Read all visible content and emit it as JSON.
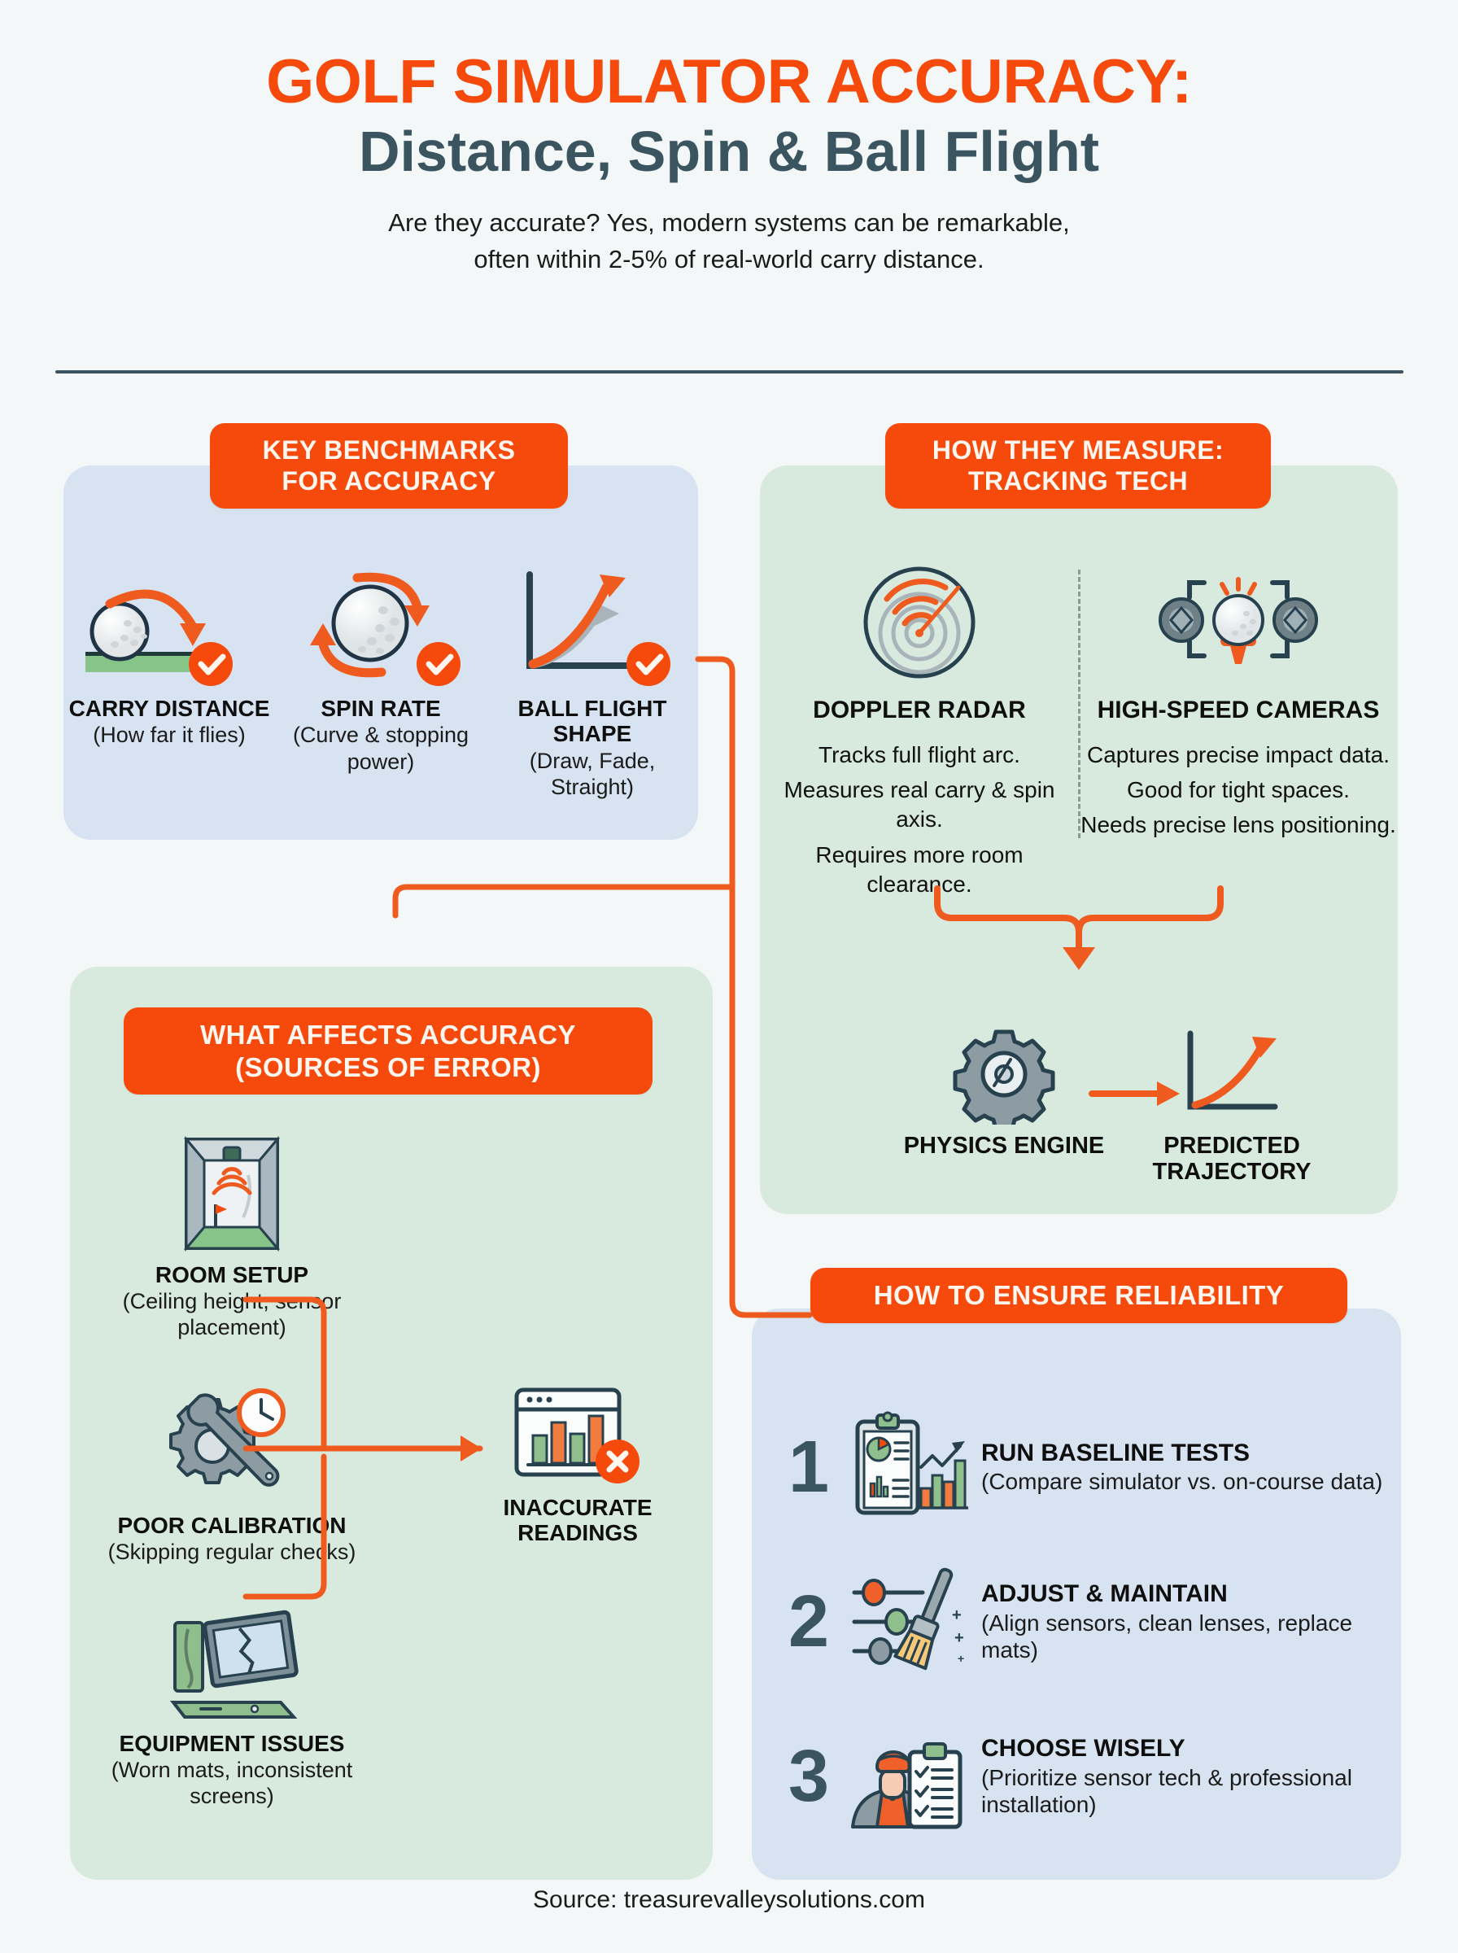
{
  "header": {
    "title_main": "GOLF SIMULATOR ACCURACY:",
    "title_sub": "Distance, Spin & Ball Flight",
    "deck_line1": "Are they accurate? Yes, modern systems can be remarkable,",
    "deck_line2": "often within 2-5% of real-world carry distance."
  },
  "colors": {
    "accent_orange": "#f54a0c",
    "dark_slate": "#3a5560",
    "panel_blue": "#d7e3f0",
    "panel_green": "#d8eade",
    "page_bg": "#f4f7f8",
    "green_turf": "#86c48a",
    "grey_icon": "#93a1a8"
  },
  "benchmarks": {
    "badge": "KEY BENCHMARKS FOR ACCURACY",
    "items": [
      {
        "icon": "golf-ball-carry-arc-icon",
        "title": "CARRY DISTANCE",
        "sub": "(How far it flies)",
        "check": "check-icon"
      },
      {
        "icon": "golf-ball-spin-icon",
        "title": "SPIN RATE",
        "sub": "(Curve & stopping power)",
        "check": "check-icon"
      },
      {
        "icon": "flight-shape-chart-icon",
        "title": "BALL FLIGHT SHAPE",
        "sub": "(Draw, Fade, Straight)",
        "check": "check-icon"
      }
    ]
  },
  "tracking": {
    "badge": "HOW THEY MEASURE: TRACKING TECH",
    "columns": [
      {
        "icon": "doppler-radar-icon",
        "title": "DOPPLER RADAR",
        "lines": [
          "Tracks full flight arc.",
          "Measures real carry & spin axis.",
          "Requires more room clearance."
        ]
      },
      {
        "icon": "high-speed-camera-icon",
        "title": "HIGH-SPEED CAMERAS",
        "lines": [
          "Captures precise impact data.",
          "Good for tight spaces.",
          "Needs precise lens positioning."
        ]
      }
    ],
    "outputs": [
      {
        "icon": "gear-physics-icon",
        "title": "PHYSICS ENGINE"
      },
      {
        "icon": "trajectory-chart-icon",
        "title": "PREDICTED TRAJECTORY"
      }
    ]
  },
  "errors": {
    "badge": "WHAT AFFECTS ACCURACY (SOURCES OF ERROR)",
    "items": [
      {
        "icon": "simulator-room-icon",
        "title": "ROOM SETUP",
        "sub": "(Ceiling height, sensor placement)"
      },
      {
        "icon": "wrench-gear-clock-icon",
        "title": "POOR CALIBRATION",
        "sub": "(Skipping regular checks)"
      },
      {
        "icon": "broken-screen-mat-icon",
        "title": "EQUIPMENT ISSUES",
        "sub": "(Worn mats, inconsistent screens)"
      }
    ],
    "outcome": {
      "icon": "bad-chart-window-icon",
      "title": "INACCURATE READINGS",
      "badge_icon": "x-mark-icon"
    }
  },
  "reliability": {
    "badge": "HOW TO ENSURE RELIABILITY",
    "steps": [
      {
        "number": "1",
        "icon": "clipboard-report-chart-icon",
        "title": "RUN BASELINE TESTS",
        "sub": "(Compare simulator vs. on-course data)"
      },
      {
        "number": "2",
        "icon": "sliders-brush-icon",
        "title": "ADJUST & MAINTAIN",
        "sub": "(Align sensors, clean lenses, replace mats)"
      },
      {
        "number": "3",
        "icon": "technician-checklist-icon",
        "title": "CHOOSE WISELY",
        "sub": "(Prioritize sensor tech & professional installation)"
      }
    ]
  },
  "footer": {
    "source": "Source: treasurevalleysolutions.com"
  }
}
